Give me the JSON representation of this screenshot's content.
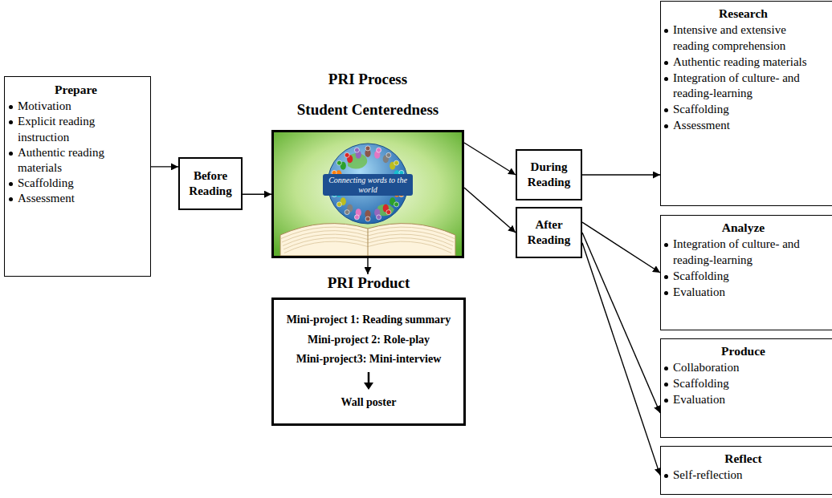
{
  "diagram": {
    "nodes": [
      {
        "text": [
          "Prepare",
          "Motivation",
          "Explicit reading instruction",
          "Authentic reading materials",
          "Scaffolding",
          "Assessment"
        ]
      },
      {
        "text": [
          "Before Reading"
        ]
      },
      {
        "text": [
          "Connecting words to the world"
        ]
      },
      {
        "text": [
          "During Reading"
        ]
      },
      {
        "text": [
          "After Reading"
        ]
      },
      {
        "text": [
          "PRI Product",
          "Mini-project 1: Reading summary",
          "Mini-project 2: Role-play",
          "Mini-project3: Mini-interview",
          "Wall poster"
        ]
      },
      {
        "text": [
          "Research",
          "Intensive and extensive reading comprehension",
          "Authentic reading materials",
          "Integration of culture- and reading-learning",
          "Scaffolding",
          "Assessment"
        ]
      },
      {
        "text": [
          "Analyze",
          "Integration of culture- and reading-learning",
          "Scaffolding",
          "Evaluation"
        ]
      },
      {
        "text": [
          "Produce",
          "Collaboration",
          "Scaffolding",
          "Evaluation"
        ]
      },
      {
        "text": [
          "Reflect",
          "Self-reflection"
        ]
      }
    ],
    "edges": [
      {
        "from": 0,
        "to": 1,
        "arrow": "to"
      },
      {
        "from": 1,
        "to": 2,
        "arrow": "to"
      },
      {
        "from": 2,
        "to": 3,
        "arrow": "to"
      },
      {
        "from": 2,
        "to": 4,
        "arrow": "to"
      },
      {
        "from": 2,
        "to": 5,
        "arrow": "to"
      },
      {
        "from": 3,
        "to": 6,
        "arrow": "to"
      },
      {
        "from": 4,
        "to": 7,
        "arrow": "to"
      },
      {
        "from": 4,
        "to": 8,
        "arrow": "to"
      },
      {
        "from": 4,
        "to": 9,
        "arrow": "to"
      }
    ],
    "labels": [
      "PRI Process",
      "Student Centeredness"
    ]
  }
}
